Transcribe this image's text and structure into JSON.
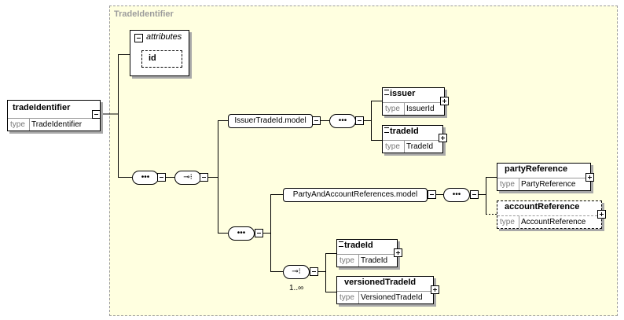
{
  "colors": {
    "group_fill": "#ffffe0",
    "group_border": "#9c9c9c"
  },
  "group": {
    "title": "TradeIdentifier"
  },
  "attributes": {
    "label": "attributes",
    "id": "id"
  },
  "root": {
    "name": "tradeIdentifier",
    "type_label": "type",
    "type": "TradeIdentifier"
  },
  "issuer_group": {
    "label": "IssuerTradeId.model"
  },
  "issuer": {
    "name": "issuer",
    "type_label": "type",
    "type": "IssuerId"
  },
  "tradeId1": {
    "name": "tradeId",
    "type_label": "type",
    "type": "TradeId"
  },
  "party_group": {
    "label": "PartyAndAccountReferences.model"
  },
  "partyReference": {
    "name": "partyReference",
    "type_label": "type",
    "type": "PartyReference"
  },
  "accountReference": {
    "name": "accountReference",
    "type_label": "type",
    "type": "AccountReference"
  },
  "tradeId2": {
    "name": "tradeId",
    "type_label": "type",
    "type": "TradeId"
  },
  "versionedTradeId": {
    "name": "versionedTradeId",
    "type_label": "type",
    "type": "VersionedTradeId"
  },
  "choice_multiplicity": "1..∞"
}
